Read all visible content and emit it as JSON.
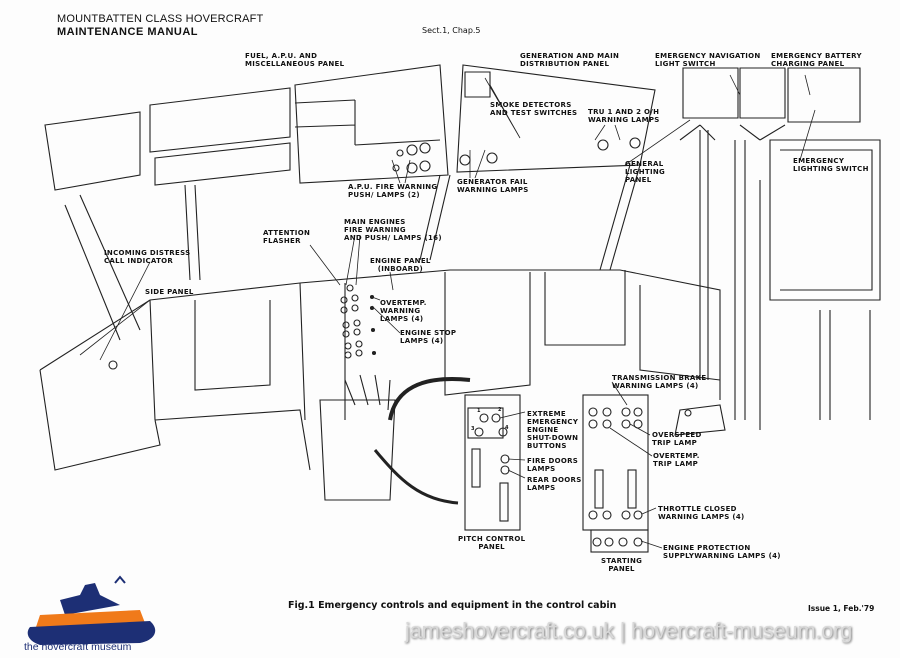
{
  "header": {
    "series": "MOUNTBATTEN CLASS HOVERCRAFT",
    "manual": "MAINTENANCE MANUAL",
    "section": "Sect.1, Chap.5"
  },
  "labels": {
    "fuel_panel": "FUEL, A.P.U. AND\nMISCELLANEOUS PANEL",
    "generation_panel": "GENERATION AND MAIN\nDISTRIBUTION PANEL",
    "emergency_nav_switch": "EMERGENCY NAVIGATION\nLIGHT SWITCH",
    "emergency_battery_panel": "EMERGENCY BATTERY\nCHARGING PANEL",
    "smoke_detectors": "SMOKE DETECTORS\nAND TEST SWITCHES",
    "tru_lamps": "TRU 1 AND 2 O/H\nWARNING LAMPS",
    "general_lighting": "GENERAL\nLIGHTING\nPANEL",
    "emergency_lighting_switch": "EMERGENCY\nLIGHTING SWITCH",
    "apu_fire": "A.P.U. FIRE WARNING\nPUSH/ LAMPS (2)",
    "generator_fail": "GENERATOR FAIL\nWARNING LAMPS",
    "attention_flasher": "ATTENTION\nFLASHER",
    "main_engines_fire": "MAIN ENGINES\nFIRE WARNING\nAND PUSH/ LAMPS (16)",
    "incoming_distress": "INCOMING DISTRESS\nCALL INDICATOR",
    "engine_panel": "ENGINE PANEL\n(INBOARD)",
    "side_panel": "SIDE PANEL",
    "overtemp_warning": "OVERTEMP.\nWARNING\nLAMPS (4)",
    "engine_stop": "ENGINE STOP\nLAMPS (4)",
    "transmission_brake": "TRANSMISSION BRAKE\nWARNING LAMPS (4)",
    "extreme_emergency": "EXTREME\nEMERGENCY\nENGINE\nSHUT-DOWN\nBUTTONS",
    "overspeed_trip": "OVERSPEED\nTRIP LAMP",
    "overtemp_trip": "OVERTEMP.\nTRIP LAMP",
    "fire_doors": "FIRE DOORS\nLAMPS",
    "rear_doors": "REAR DOORS\nLAMPS",
    "throttle_closed": "THROTTLE CLOSED\nWARNING LAMPS (4)",
    "pitch_control": "PITCH CONTROL\nPANEL",
    "engine_protection": "ENGINE PROTECTION\nSUPPLYWARNING LAMPS (4)",
    "starting_panel": "STARTING\nPANEL",
    "button_numbers": [
      "1",
      "2",
      "3",
      "4"
    ]
  },
  "caption": "Fig.1 Emergency controls and equipment in the control cabin",
  "issue": "Issue 1, Feb.'79",
  "watermark": "jameshovercraft.co.uk | hovercraft-museum.org",
  "logo": {
    "text": "the hovercraft museum",
    "colors": {
      "navy": "#1d2f75",
      "orange": "#f07a1a"
    }
  }
}
